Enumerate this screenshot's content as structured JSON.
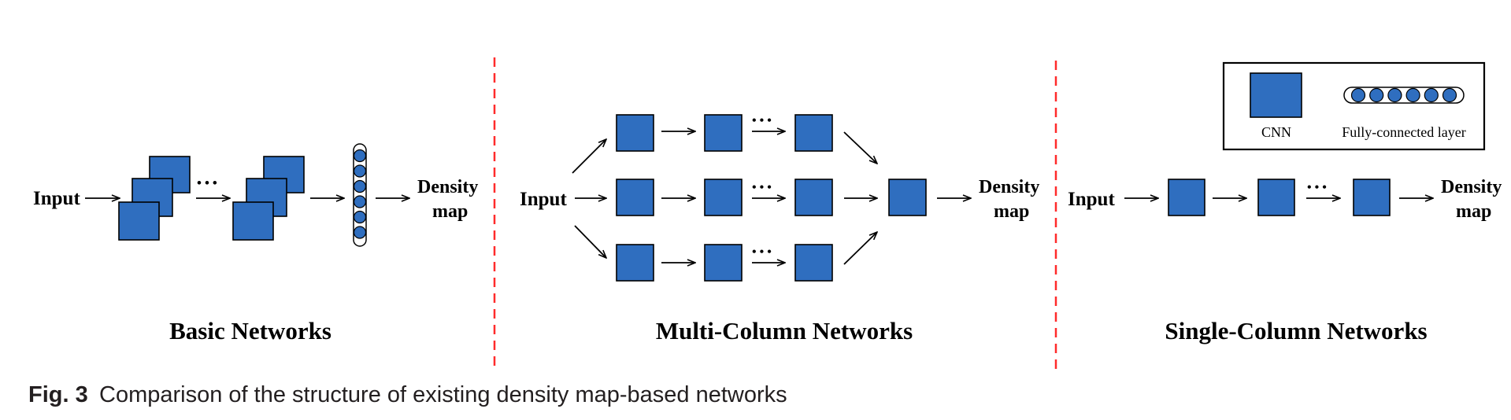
{
  "colors": {
    "cnn_fill": "#2f6ebf",
    "separator": "#ff2b2b",
    "text": "#000000",
    "caption_text": "#231f20"
  },
  "labels": {
    "input": "Input",
    "output_line1": "Density",
    "output_line2": "map",
    "ellipsis": "•••"
  },
  "sections": {
    "basic": {
      "title": "Basic Networks"
    },
    "multi_column": {
      "title": "Multi-Column Networks"
    },
    "single_column": {
      "title": "Single-Column Networks"
    }
  },
  "legend": {
    "cnn_label": "CNN",
    "fc_label": "Fully-connected layer"
  },
  "caption": {
    "figure_label": "Fig. 3",
    "text": "Comparison of the structure of existing density map-based networks"
  }
}
